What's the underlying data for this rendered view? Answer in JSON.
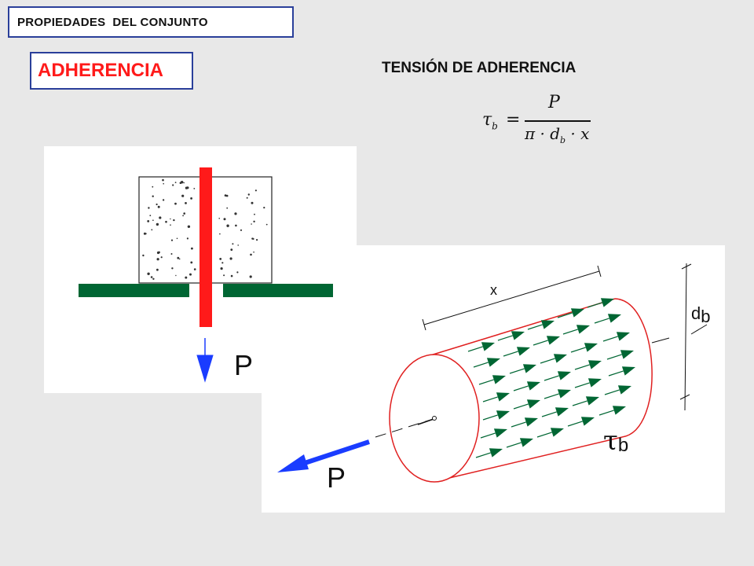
{
  "header": {
    "section_label": "PROPIEDADES  DEL CONJUNTO",
    "topic_label": "ADHERENCIA",
    "subtitle": "TENSIÓN DE ADHERENCIA"
  },
  "formula": {
    "lhs": "τ",
    "lhs_sub": "b",
    "equals": "=",
    "numerator": "P",
    "denominator": "π · d",
    "denominator_sub": "b",
    "denominator_tail": " · x"
  },
  "pullout_test": {
    "load_label": "P"
  },
  "bar_element": {
    "length_label": "x",
    "diameter_label": "d",
    "diameter_sub": "b",
    "stress_label": "τ",
    "stress_sub": "b",
    "load_label": "P"
  },
  "colors": {
    "box_border": "#2a3f9a",
    "topic_text": "#ff1a1a",
    "rebar": "#ff1a1a",
    "support": "#006633",
    "load_arrow": "#1a3cff",
    "stress_arrows": "#006633",
    "cylinder_outline": "#e02020"
  }
}
